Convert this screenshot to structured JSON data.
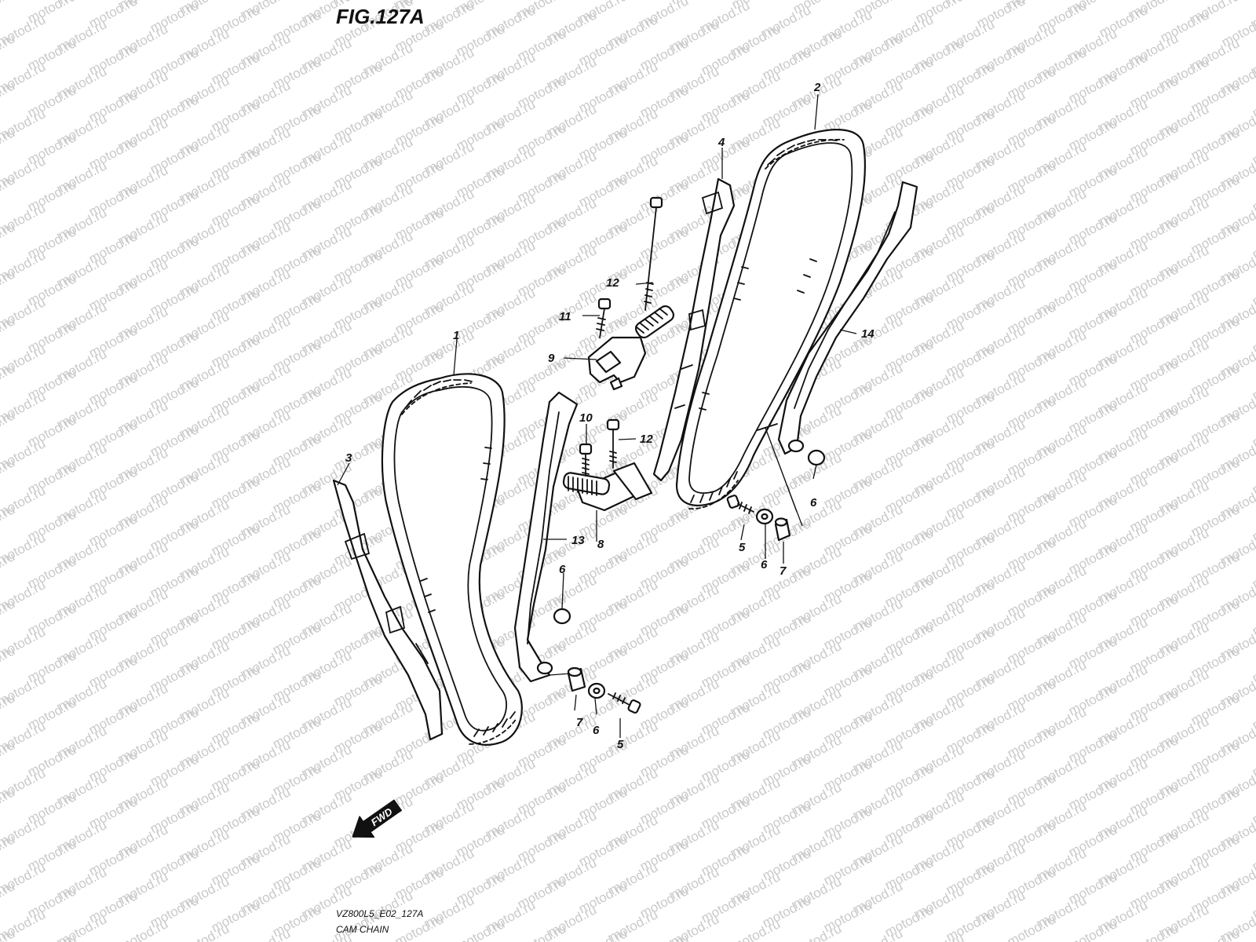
{
  "figure": {
    "title": "FIG.127A",
    "footer_code": "VZ800L5_E02_127A",
    "footer_name": "CAM CHAIN"
  },
  "watermark": {
    "text": "motod.ru"
  },
  "direction_badge": {
    "text": "FWD",
    "icon": "arrow-left-icon"
  },
  "callouts": {
    "c1": "1",
    "c2": "2",
    "c3": "3",
    "c4": "4",
    "c5a": "5",
    "c5b": "5",
    "c6a": "6",
    "c6b": "6",
    "c6c": "6",
    "c6d": "6",
    "c7a": "7",
    "c7b": "7",
    "c8": "8",
    "c9": "9",
    "c10": "10",
    "c11": "11",
    "c12a": "12",
    "c12b": "12",
    "c13": "13",
    "c14": "14"
  },
  "colors": {
    "line": "#111111",
    "watermark": "#c9c9c9",
    "background": "#ffffff"
  }
}
